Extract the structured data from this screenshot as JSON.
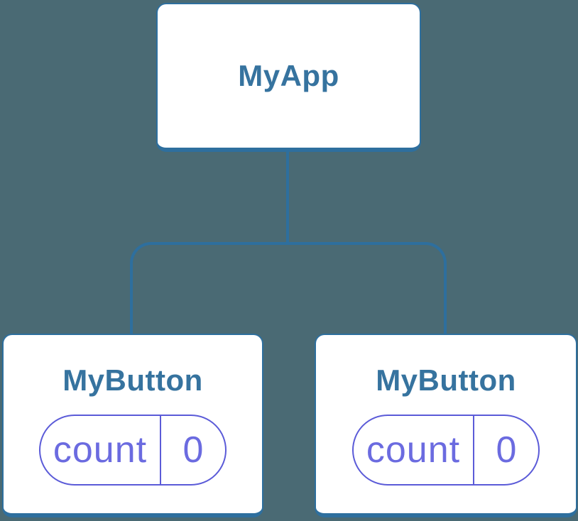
{
  "colors": {
    "background": "#4a6a74",
    "node_border": "#2e6f9e",
    "node_fill": "#ffffff",
    "node_label": "#36739f",
    "connector": "#2e6f9e",
    "pill_border": "#5b5bd8",
    "pill_text": "#6b6be0"
  },
  "tree": {
    "root": {
      "label": "MyApp"
    },
    "children": [
      {
        "label": "MyButton",
        "state": {
          "key": "count",
          "value": "0"
        }
      },
      {
        "label": "MyButton",
        "state": {
          "key": "count",
          "value": "0"
        }
      }
    ]
  }
}
